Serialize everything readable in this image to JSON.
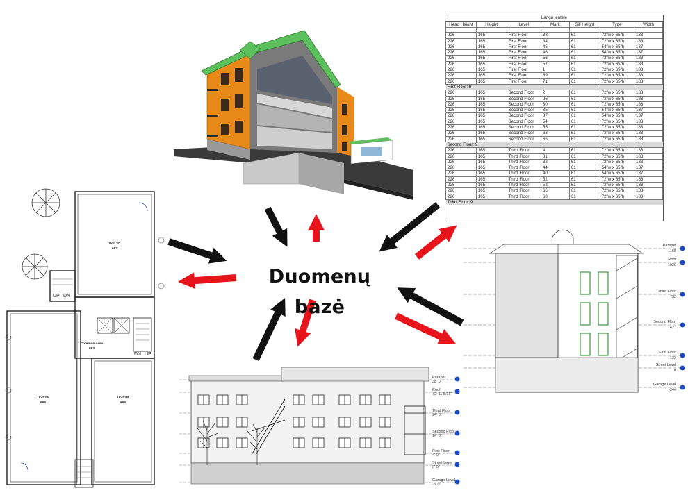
{
  "center": {
    "title": "Duomenų bazė"
  },
  "colors": {
    "arrow_in": "#111111",
    "arrow_out": "#e8141b",
    "roof": "#5cc05c",
    "wall": "#e88a1a"
  },
  "schedule": {
    "title": "Langu lentele",
    "columns": [
      "Head Height",
      "Height",
      "Level",
      "Mark",
      "Sill Height",
      "Type",
      "Width"
    ],
    "groups": [
      {
        "footer": "First Floor: 9",
        "rows": [
          [
            "226",
            "165",
            "First Floor",
            "33",
            "61",
            "72\"w x 65\"h",
            "183"
          ],
          [
            "226",
            "165",
            "First Floor",
            "34",
            "61",
            "72\"w x 65\"h",
            "183"
          ],
          [
            "226",
            "165",
            "First Floor",
            "45",
            "61",
            "54\"w x 65\"h",
            "137"
          ],
          [
            "226",
            "165",
            "First Floor",
            "46",
            "61",
            "54\"w x 65\"h",
            "137"
          ],
          [
            "226",
            "165",
            "First Floor",
            "56",
            "61",
            "72\"w x 65\"h",
            "183"
          ],
          [
            "226",
            "165",
            "First Floor",
            "57",
            "61",
            "72\"w x 65\"h",
            "183"
          ],
          [
            "226",
            "165",
            "First Floor",
            "1",
            "61",
            "72\"w x 65\"h",
            "183"
          ],
          [
            "226",
            "165",
            "First Floor",
            "69",
            "61",
            "72\"w x 65\"h",
            "183"
          ],
          [
            "226",
            "165",
            "First Floor",
            "71",
            "61",
            "72\"w x 65\"h",
            "183"
          ]
        ]
      },
      {
        "footer": "Second Floor: 9",
        "rows": [
          [
            "226",
            "165",
            "Second Floor",
            "2",
            "61",
            "72\"w x 65\"h",
            "183"
          ],
          [
            "226",
            "165",
            "Second Floor",
            "26",
            "61",
            "72\"w x 65\"h",
            "183"
          ],
          [
            "226",
            "165",
            "Second Floor",
            "30",
            "61",
            "72\"w x 65\"h",
            "183"
          ],
          [
            "226",
            "165",
            "Second Floor",
            "35",
            "61",
            "54\"w x 65\"h",
            "137"
          ],
          [
            "226",
            "165",
            "Second Floor",
            "37",
            "61",
            "54\"w x 65\"h",
            "137"
          ],
          [
            "226",
            "165",
            "Second Floor",
            "54",
            "61",
            "72\"w x 65\"h",
            "183"
          ],
          [
            "226",
            "165",
            "Second Floor",
            "55",
            "61",
            "72\"w x 65\"h",
            "183"
          ],
          [
            "226",
            "165",
            "Second Floor",
            "63",
            "61",
            "72\"w x 65\"h",
            "183"
          ],
          [
            "226",
            "165",
            "Second Floor",
            "65",
            "61",
            "72\"w x 65\"h",
            "183"
          ]
        ]
      },
      {
        "footer": "Third Floor: 9",
        "rows": [
          [
            "226",
            "165",
            "Third Floor",
            "4",
            "61",
            "72\"w x 65\"h",
            "183"
          ],
          [
            "226",
            "165",
            "Third Floor",
            "31",
            "61",
            "72\"w x 65\"h",
            "183"
          ],
          [
            "226",
            "165",
            "Third Floor",
            "32",
            "61",
            "72\"w x 65\"h",
            "183"
          ],
          [
            "226",
            "165",
            "Third Floor",
            "44",
            "61",
            "54\"w x 65\"h",
            "137"
          ],
          [
            "226",
            "165",
            "Third Floor",
            "40",
            "61",
            "54\"w x 65\"h",
            "137"
          ],
          [
            "226",
            "165",
            "Third Floor",
            "52",
            "61",
            "72\"w x 65\"h",
            "183"
          ],
          [
            "226",
            "165",
            "Third Floor",
            "53",
            "61",
            "72\"w x 65\"h",
            "183"
          ],
          [
            "226",
            "165",
            "Third Floor",
            "66",
            "61",
            "72\"w x 65\"h",
            "183"
          ],
          [
            "226",
            "165",
            "Third Floor",
            "68",
            "61",
            "72\"w x 65\"h",
            "183"
          ]
        ]
      }
    ]
  },
  "side_elevation": {
    "levels": [
      {
        "name": "Parapet",
        "value": "1168"
      },
      {
        "name": "Roof",
        "value": "1036"
      },
      {
        "name": "Third Floor",
        "value": "732"
      },
      {
        "name": "Second Floor",
        "value": "427"
      },
      {
        "name": "First Floor",
        "value": "122"
      },
      {
        "name": "Street Level",
        "value": "0"
      },
      {
        "name": "Garage Level",
        "value": "-244"
      }
    ]
  },
  "front_elevation": {
    "levels": [
      {
        "name": "Parapet",
        "value": "38' 0\""
      },
      {
        "name": "Roof",
        "value": "72' 11 5/16\""
      },
      {
        "name": "Third Floor",
        "value": "24' 0\""
      },
      {
        "name": "Second Floor",
        "value": "14' 0\""
      },
      {
        "name": "First Floor",
        "value": "4' 0\""
      },
      {
        "name": "Street Level",
        "value": "0' 0\""
      },
      {
        "name": "Garage Level",
        "value": "-8' 0\""
      }
    ]
  },
  "floor_plan": {
    "rooms": [
      {
        "name": "Unit 2C",
        "number": "667"
      },
      {
        "name": "Unit 2A",
        "number": "665"
      },
      {
        "name": "Unit 2B",
        "number": "666"
      },
      {
        "name": "Common Area",
        "number": "683"
      }
    ],
    "stair_labels": [
      "UP",
      "DN",
      "DN",
      "UP"
    ]
  }
}
